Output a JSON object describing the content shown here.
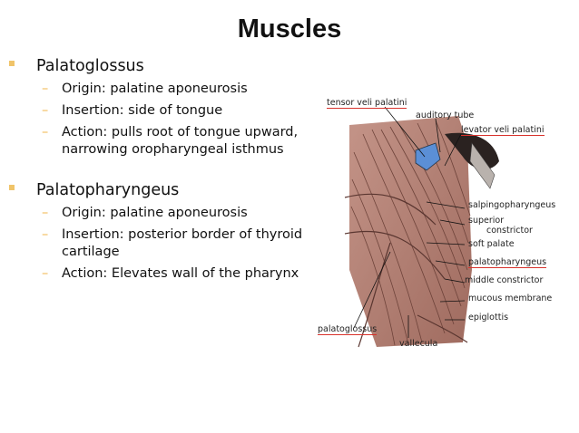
{
  "slide": {
    "title": "Muscles",
    "bullets": [
      {
        "heading": "Palatoglossus",
        "items": [
          "Origin: palatine aponeurosis",
          "Insertion: side of tongue",
          "Action: pulls root of tongue upward, narrowing oropharyngeal isthmus"
        ]
      },
      {
        "heading": "Palatopharyngeus",
        "items": [
          "Origin: palatine aponeurosis",
          "Insertion: posterior border of thyroid cartilage",
          "Action: Elevates wall of the pharynx"
        ]
      }
    ]
  },
  "figure": {
    "labels": {
      "tensor_veli_palatini": "tensor veli palatini",
      "auditory_tube": "auditory tube",
      "levator_veli_palatini": "levator veli palatini",
      "salpingopharyngeus": "salpingopharyngeus",
      "superior_constrictor_1": "superior",
      "superior_constrictor_2": "constrictor",
      "soft_palate": "soft palate",
      "palatopharyngeus": "palatopharyngeus",
      "middle_constrictor": "middle constrictor",
      "mucous_membrane": "mucous membrane",
      "epiglottis": "epiglottis",
      "palatoglossus": "palatoglossus",
      "vallecula": "vallecula"
    },
    "colors": {
      "muscle": "#b88678",
      "muscle_dark": "#8a5a50",
      "highlight": "#5b8fd6",
      "underline": "#d8322c"
    }
  }
}
